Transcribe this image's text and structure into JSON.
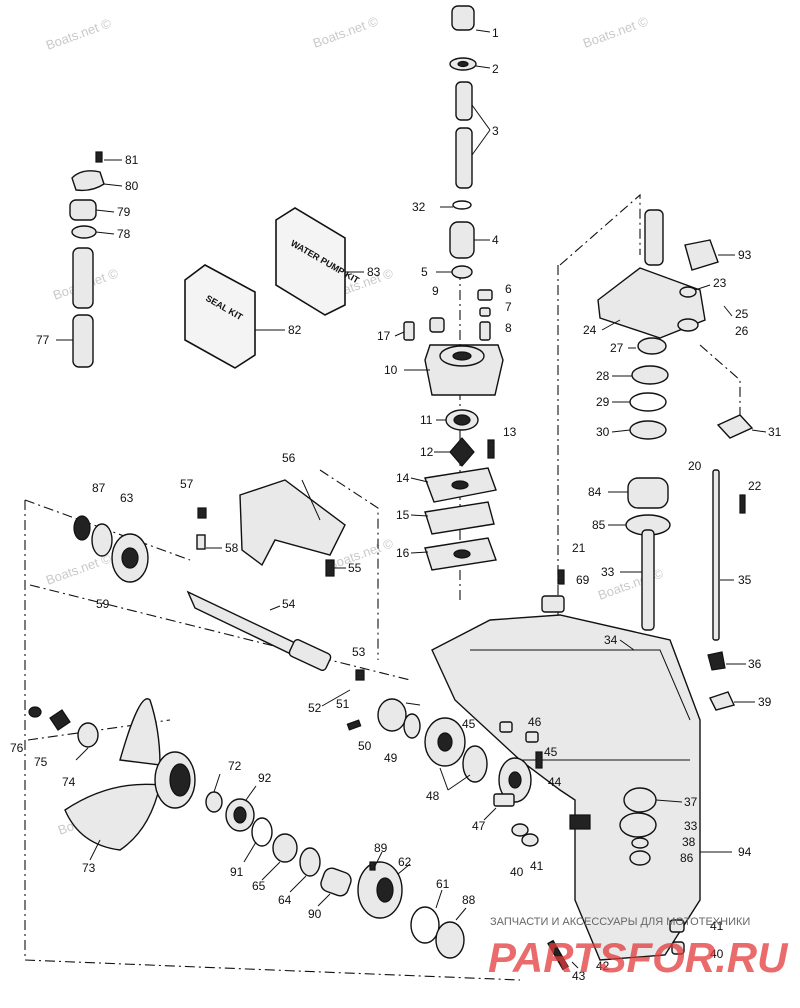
{
  "watermarks": [
    "Boats.net ©",
    "Boats.net ©",
    "Boats.net ©",
    "Boats.net ©",
    "Boats.net ©",
    "Boats.net ©",
    "Boats.net ©",
    "Boats.net ©",
    "Boats.net ©",
    "Boats.net ©"
  ],
  "kits": {
    "water_pump": "WATER PUMP KIT",
    "seal": "SEAL KIT"
  },
  "branding": {
    "tagline": "ЗАПЧАСТИ И АКСЕССУАРЫ ДЛЯ МОТОТЕХНИКИ",
    "logo": "PARTSFOR.RU"
  },
  "labels": [
    "1",
    "2",
    "3",
    "32",
    "4",
    "5",
    "6",
    "7",
    "8",
    "9",
    "17",
    "10",
    "11",
    "12",
    "13",
    "14",
    "15",
    "16",
    "81",
    "80",
    "79",
    "78",
    "77",
    "83",
    "82",
    "93",
    "23",
    "25",
    "24",
    "26",
    "27",
    "28",
    "29",
    "30",
    "31",
    "20",
    "22",
    "84",
    "85",
    "21",
    "69",
    "33",
    "35",
    "34",
    "36",
    "39",
    "87",
    "63",
    "59",
    "56",
    "57",
    "58",
    "55",
    "54",
    "53",
    "52",
    "51",
    "50",
    "49",
    "45",
    "46",
    "45",
    "44",
    "48",
    "47",
    "37",
    "33",
    "38",
    "86",
    "94",
    "41",
    "40",
    "76",
    "75",
    "74",
    "73",
    "72",
    "92",
    "91",
    "65",
    "64",
    "90",
    "89",
    "62",
    "61",
    "88",
    "41",
    "43",
    "42",
    "40"
  ]
}
